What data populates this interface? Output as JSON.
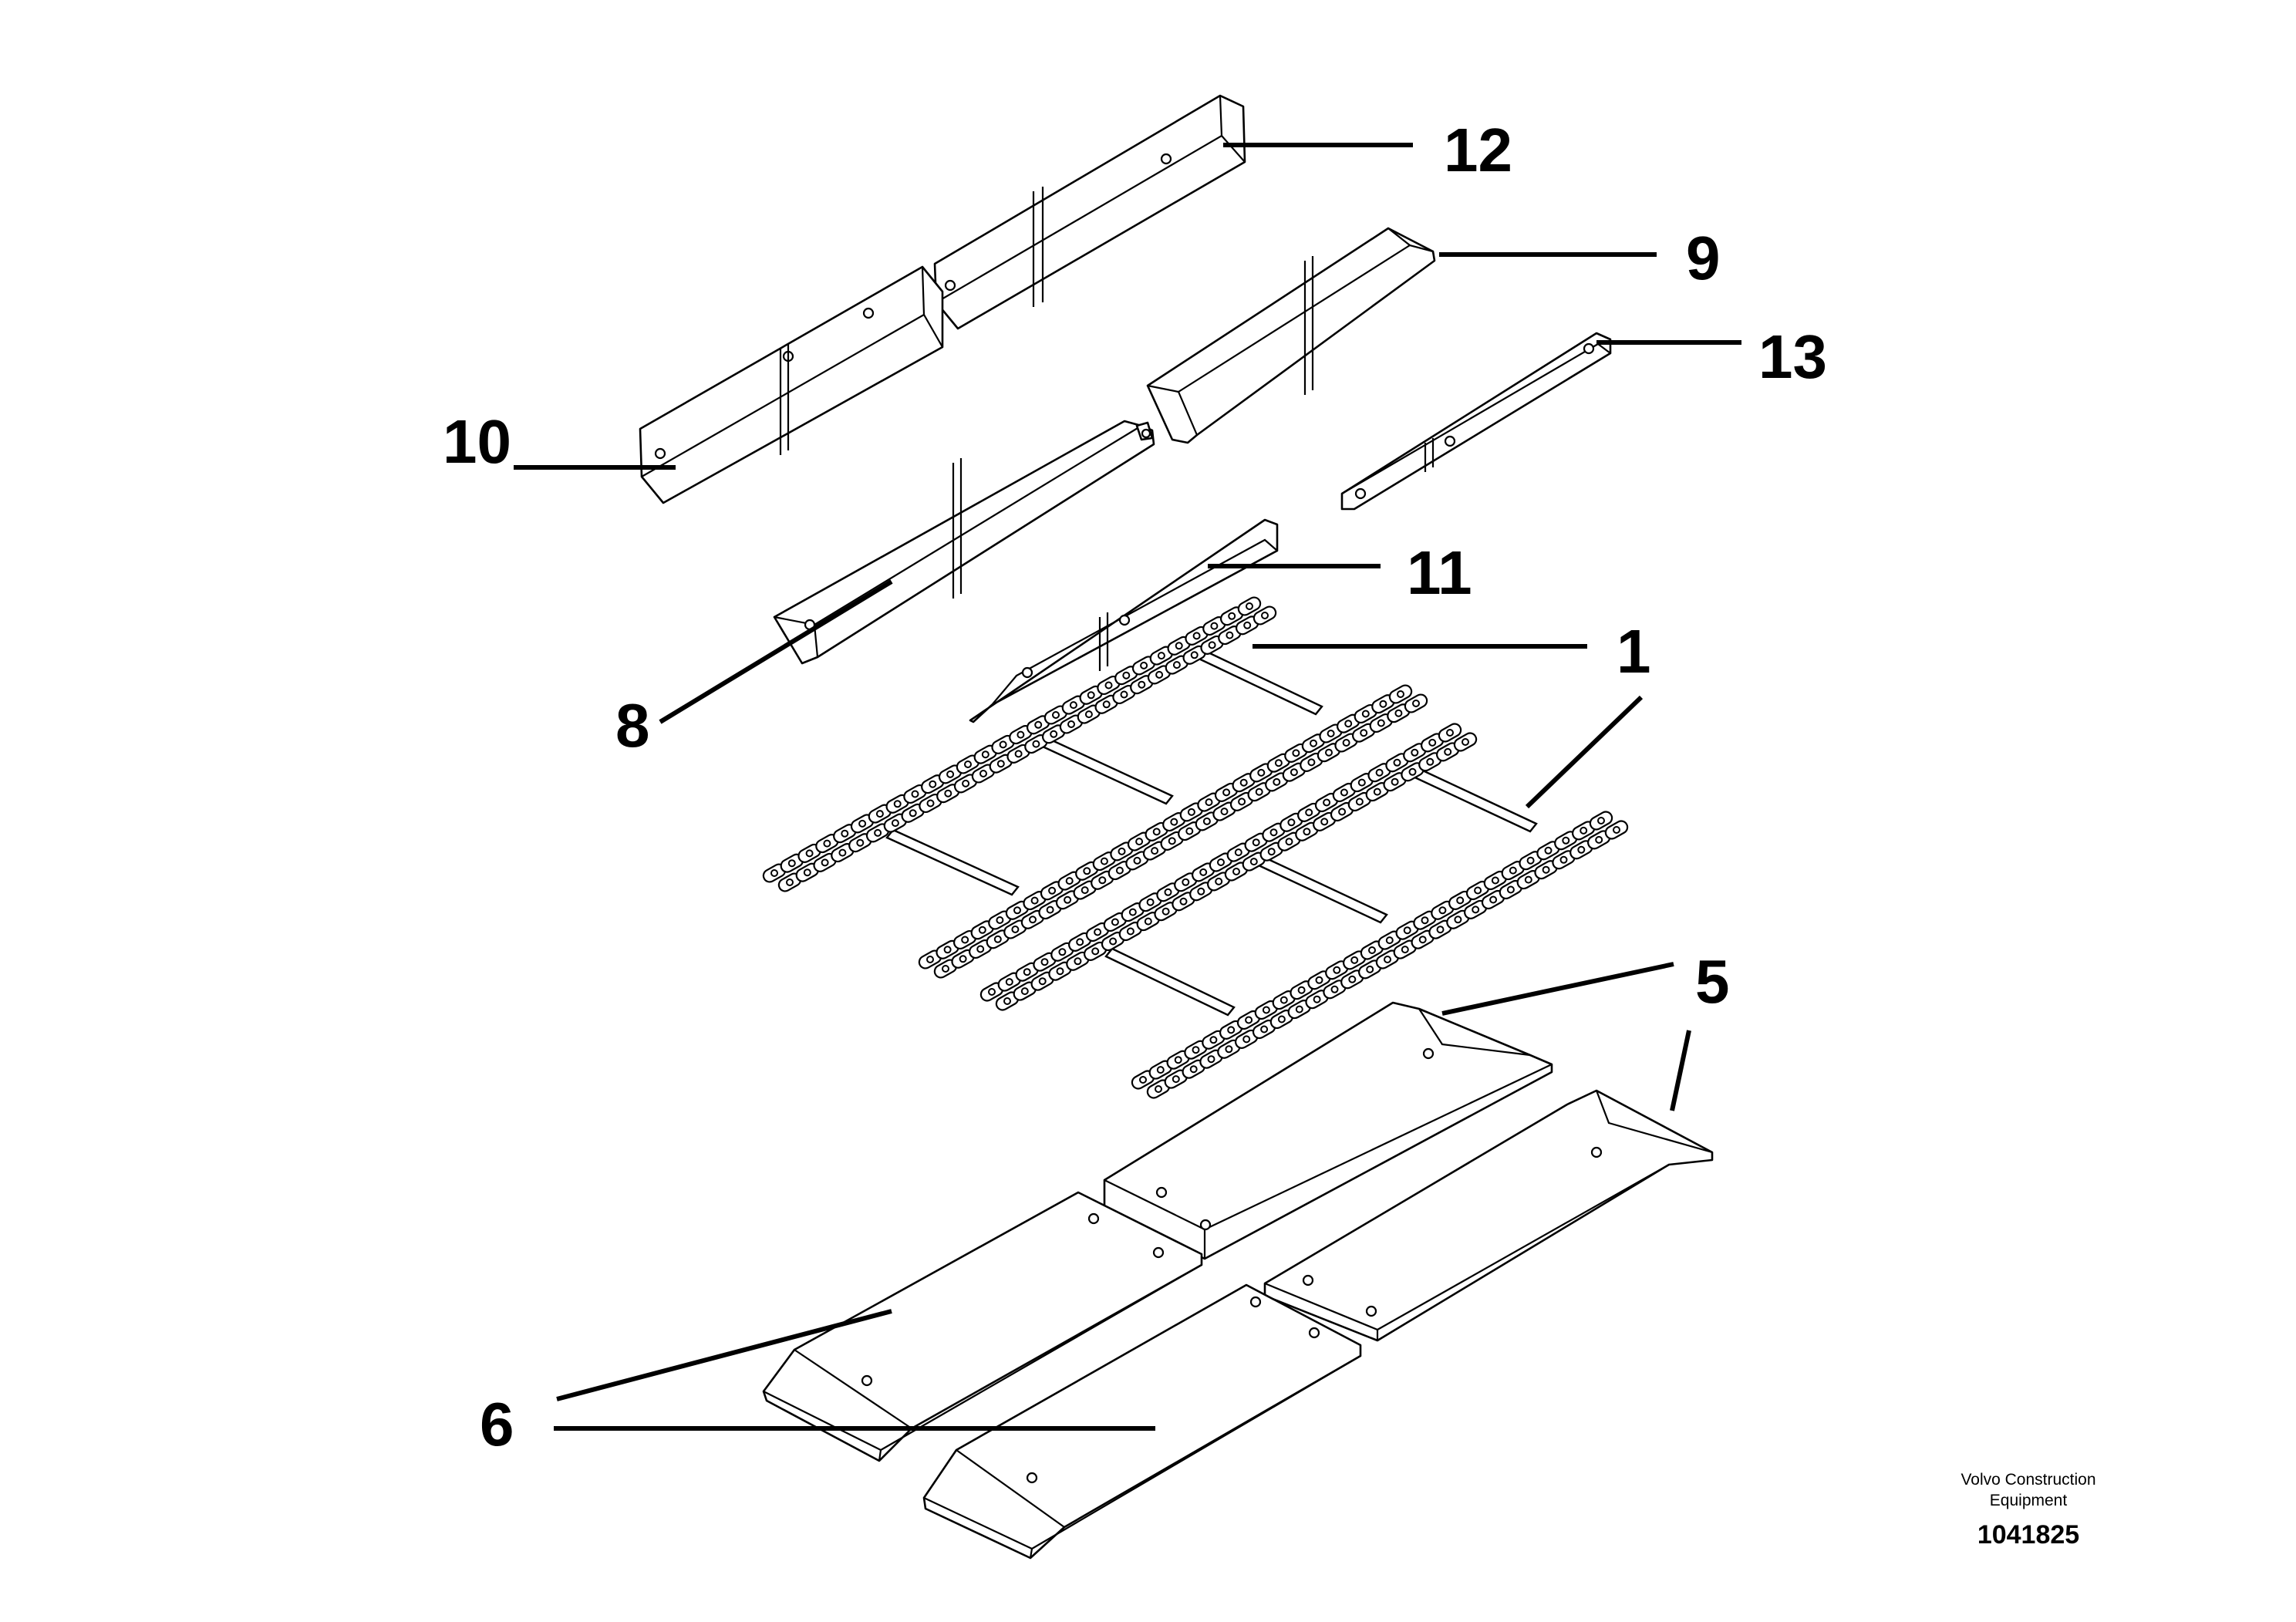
{
  "callouts": {
    "c1": "1",
    "c5": "5",
    "c6": "6",
    "c8": "8",
    "c9": "9",
    "c10": "10",
    "c11": "11",
    "c12": "12",
    "c13": "13"
  },
  "credit": {
    "company_line1": "Volvo Construction",
    "company_line2": "Equipment",
    "drawing_number": "1041825"
  }
}
